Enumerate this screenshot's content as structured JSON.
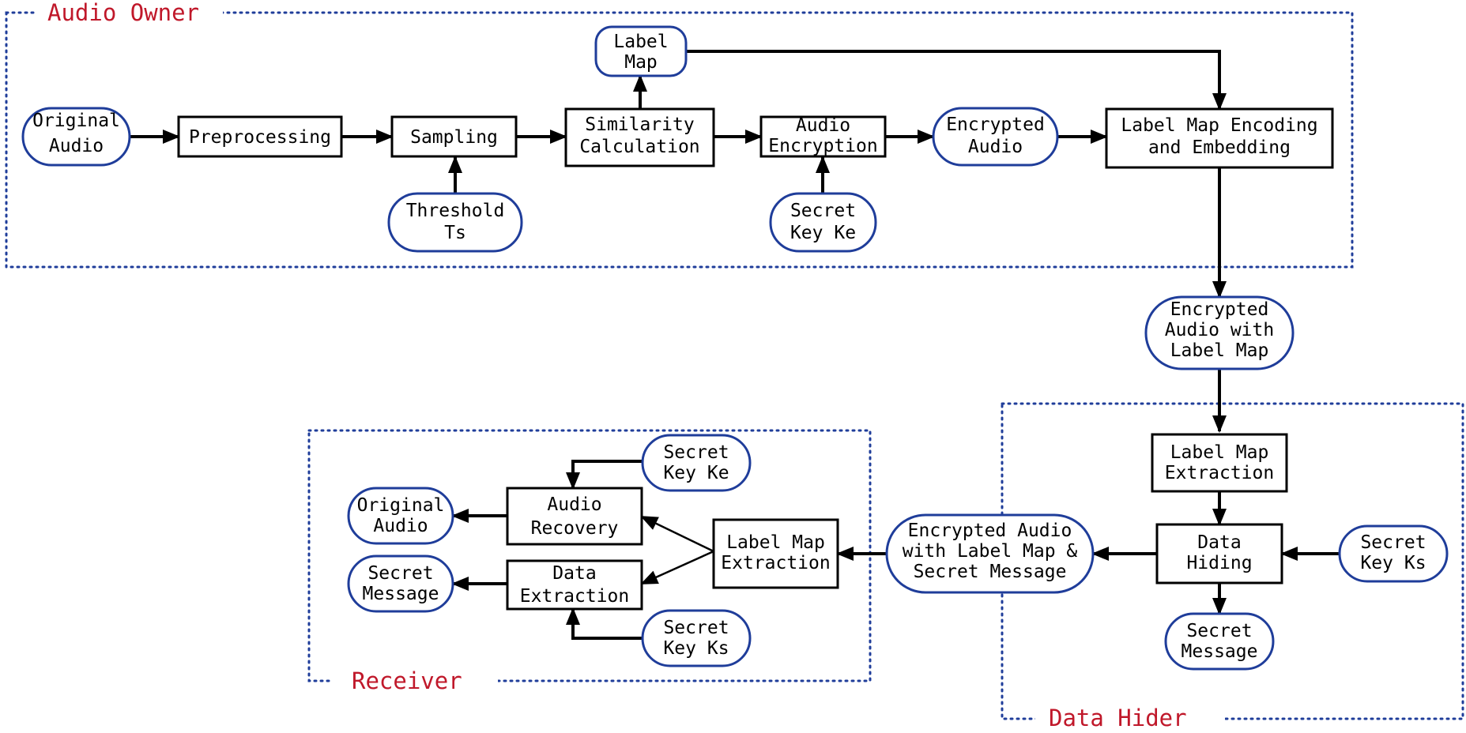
{
  "groups": {
    "audio_owner": "Audio Owner",
    "receiver": "Receiver",
    "data_hider": "Data Hider"
  },
  "nodes": {
    "original_audio": [
      "Original",
      "Audio"
    ],
    "preprocessing": [
      "Preprocessing"
    ],
    "sampling": [
      "Sampling"
    ],
    "threshold": [
      "Threshold",
      "Ts"
    ],
    "similarity": [
      "Similarity",
      "Calculation"
    ],
    "label_map": [
      "Label",
      "Map"
    ],
    "audio_encryption": [
      "Audio",
      "Encryption"
    ],
    "secret_key_ke_top": [
      "Secret",
      "Key Ke"
    ],
    "encrypted_audio": [
      "Encrypted",
      "Audio"
    ],
    "lm_encoding": [
      "Label Map Encoding",
      "and Embedding"
    ],
    "enc_audio_lm": [
      "Encrypted",
      "Audio with",
      "Label Map"
    ],
    "lm_extraction_hider": [
      "Label Map",
      "Extraction"
    ],
    "data_hiding": [
      "Data",
      "Hiding"
    ],
    "secret_key_ks_hider": [
      "Secret",
      "Key Ks"
    ],
    "secret_message_hider": [
      "Secret",
      "Message"
    ],
    "enc_audio_lm_msg": [
      "Encrypted Audio",
      "with Label Map &",
      "Secret Message"
    ],
    "lm_extraction_recv": [
      "Label Map",
      "Extraction"
    ],
    "audio_recovery": [
      "Audio",
      "Recovery"
    ],
    "data_extraction": [
      "Data",
      "Extraction"
    ],
    "secret_key_ke_recv": [
      "Secret",
      "Key Ke"
    ],
    "secret_key_ks_recv": [
      "Secret",
      "Key Ks"
    ],
    "original_audio_out": [
      "Original",
      "Audio"
    ],
    "secret_message_out": [
      "Secret",
      "Message"
    ]
  },
  "colors": {
    "node_border_rect": "#000000",
    "node_border_pill": "#1f3d9a",
    "region_border": "#1f3d9a",
    "group_label": "#c0182a",
    "arrow": "#000000"
  }
}
